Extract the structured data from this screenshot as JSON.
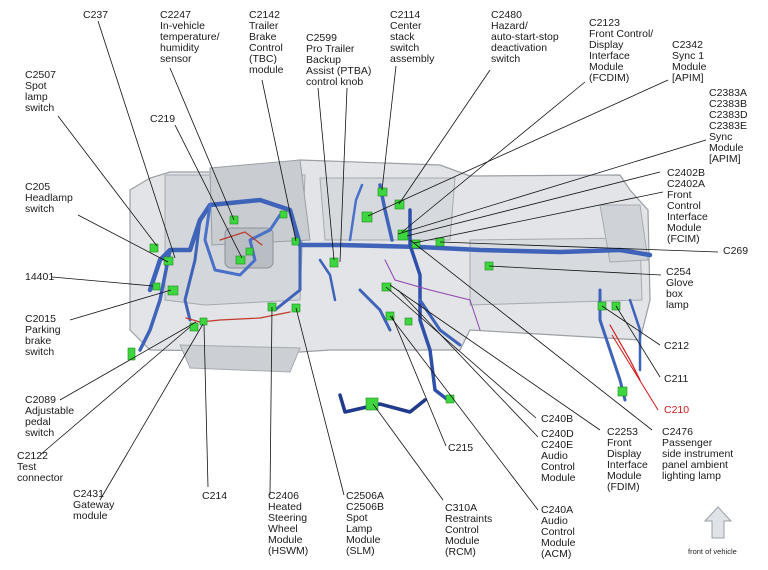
{
  "labels": {
    "c237": "C237",
    "c2507": "C2507\nSpot\nlamp\nswitch",
    "c219": "C219",
    "c205": "C205\nHeadlamp\nswitch",
    "n14401": "14401",
    "c2015": "C2015\nParking\nbrake\nswitch",
    "c2089": "C2089\nAdjustable\npedal\nswitch",
    "c2122": "C2122\nTest\nconnector",
    "c2431": "C2431\nGateway\nmodule",
    "c214": "C214",
    "c2247": "C2247\nIn-vehicle\ntemperature/\nhumidity\nsensor",
    "c2142": "C2142\nTrailer\nBrake\nControl\n(TBC)\nmodule",
    "c2599": "C2599\nPro Trailer\nBackup\nAssist (PTBA)\ncontrol knob",
    "c2114": "C2114\nCenter\nstack\nswitch\nassembly",
    "c2480": "C2480\nHazard/\nauto-start-stop\ndeactivation\nswitch",
    "c2123": "C2123\nFront Control/\nDisplay\nInterface\nModule\n(FCDIM)",
    "c2342": "C2342\nSync 1\nModule\n[APIM]",
    "c2383": "C2383A\nC2383B\nC2383D\nC2383E\nSync\nModule\n[APIM]",
    "c2402": "C2402B\nC2402A\nFront\nControl\nInterface\nModule\n(FCIM)",
    "c269": "C269",
    "c254": "C254\nGlove\nbox\nlamp",
    "c212": "C212",
    "c211": "C211",
    "c210": "C210",
    "c2476": "C2476\nPassenger\nside instrument\npanel ambient\nlighting lamp",
    "c2253": "C2253\nFront\nDisplay\nInterface\nModule\n(FDIM)",
    "c240b": "C240B",
    "c240d": "C240D\nC240E\nAudio\nControl\nModule",
    "c240a": "C240A\nAudio\nControl\nModule\n(ACM)",
    "c215": "C215",
    "c310a": "C310A\nRestraints\nControl\nModule\n(RCM)",
    "c2506": "C2506A\nC2506B\nSpot\nLamp\nModule\n(SLM)",
    "c2406": "C2406\nHeated\nSteering\nWheel\nModule\n(HSWM)"
  },
  "front_of_vehicle": "front of vehicle",
  "colors": {
    "harness_blue": "#3f63b8",
    "harness_dark": "#1f3a8a",
    "connector_green": "#3ed63e",
    "highlight_red": "#d11a1a",
    "panel_grey": "#d9dbde",
    "leader_black": "#111111"
  },
  "icons": {
    "front_arrow": "up-arrow-icon"
  }
}
